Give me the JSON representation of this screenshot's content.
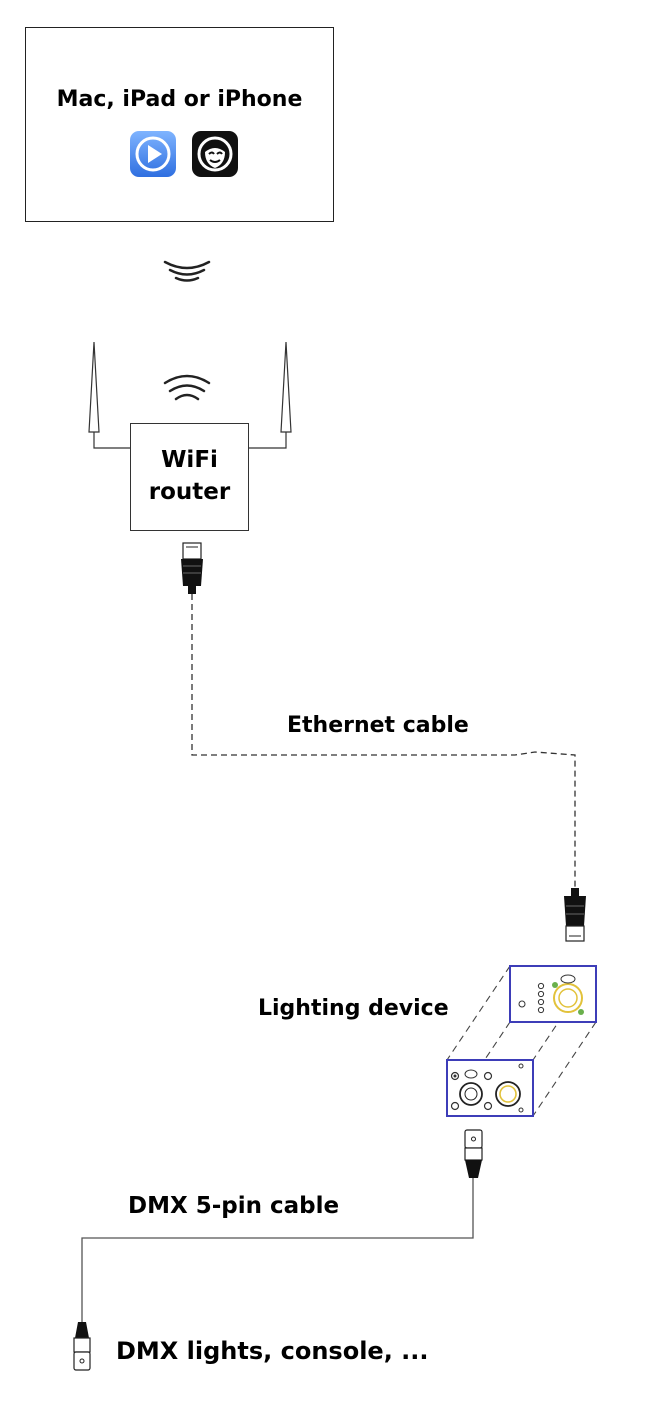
{
  "device": {
    "title": "Mac, iPad or iPhone",
    "app_icons": [
      "play-app-icon",
      "theater-mask-app-icon"
    ]
  },
  "router": {
    "line1": "WiFi",
    "line2": "router"
  },
  "labels": {
    "ethernet": "Ethernet cable",
    "lighting": "Lighting device",
    "dmx_cable": "DMX 5-pin cable",
    "dmx_targets": "DMX lights, console, ..."
  },
  "colors": {
    "play_icon": "#4a8ef0",
    "device_outline": "#3d3db8",
    "xlr_accent": "#e2c23b"
  }
}
